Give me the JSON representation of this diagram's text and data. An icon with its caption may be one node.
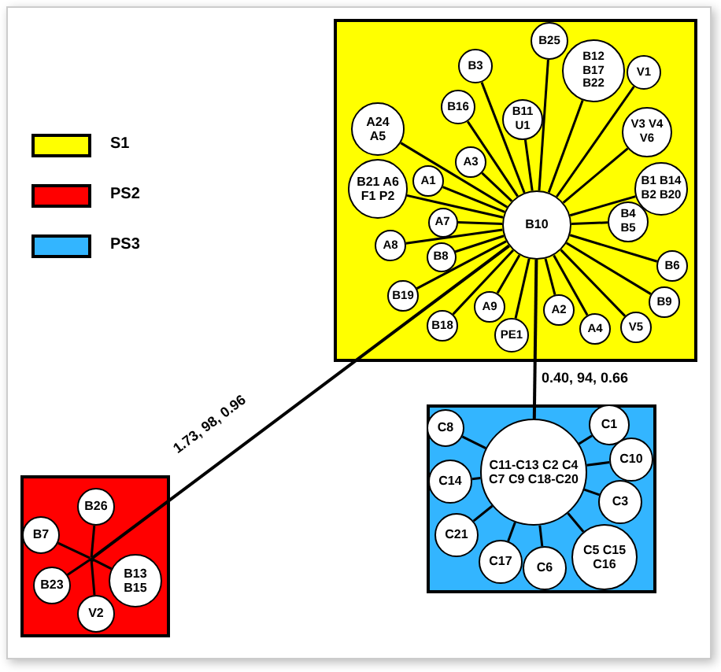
{
  "diagram": {
    "nodes": [
      {
        "text": [],
        "shape": "box"
      },
      {
        "text": [
          "B10"
        ],
        "in": 0
      },
      {
        "text": [
          "B25"
        ],
        "in": 0
      },
      {
        "text": [
          "B3"
        ],
        "in": 0
      },
      {
        "text": [
          "B16"
        ],
        "in": 0
      },
      {
        "text": [
          "A24 A5"
        ],
        "in": 0
      },
      {
        "text": [
          "A3"
        ],
        "in": 0
      },
      {
        "text": [
          "B12 B17 B22"
        ],
        "in": 0
      },
      {
        "text": [
          "B11 U1"
        ],
        "in": 0
      },
      {
        "text": [
          "V1"
        ],
        "in": 0
      },
      {
        "text": [
          "B21 A6 F1 P2"
        ],
        "in": 0
      },
      {
        "text": [
          "A1"
        ],
        "in": 0
      },
      {
        "text": [
          "V3 V4 V6"
        ],
        "in": 0
      },
      {
        "text": [
          "B1 B14 B2 B20"
        ],
        "in": 0
      },
      {
        "text": [
          "A8"
        ],
        "in": 0
      },
      {
        "text": [
          "A7"
        ],
        "in": 0
      },
      {
        "text": [
          "B19"
        ],
        "in": 0
      },
      {
        "text": [
          "B8"
        ],
        "in": 0
      },
      {
        "text": [
          "B4 B5"
        ],
        "in": 0
      },
      {
        "text": [
          "B6"
        ],
        "in": 0
      },
      {
        "text": [
          "B9"
        ],
        "in": 0
      },
      {
        "text": [
          "B18"
        ],
        "in": 0
      },
      {
        "text": [
          "A9"
        ],
        "in": 0
      },
      {
        "text": [
          "PE1"
        ],
        "in": 0
      },
      {
        "text": [
          "A2"
        ],
        "in": 0
      },
      {
        "text": [
          "A4"
        ],
        "in": 0
      },
      {
        "text": [
          "V5"
        ],
        "in": 0
      },
      {
        "text": [],
        "shape": "box"
      },
      {
        "text": [
          "C11-C13 C2 C4 C7 C9 C18-C20"
        ],
        "in": 27
      },
      {
        "text": [
          "C8"
        ],
        "in": 27
      },
      {
        "text": [
          "C1"
        ],
        "in": 27
      },
      {
        "text": [
          "C10"
        ],
        "in": 27
      },
      {
        "text": [
          "C14"
        ],
        "in": 27
      },
      {
        "text": [
          "C3"
        ],
        "in": 27
      },
      {
        "text": [
          "C21"
        ],
        "in": 27
      },
      {
        "text": [
          "C17"
        ],
        "in": 27
      },
      {
        "text": [
          "C6"
        ],
        "in": 27
      },
      {
        "text": [
          "C5 C15 C16"
        ],
        "in": 27
      },
      {
        "text": [],
        "shape": "box"
      },
      {
        "text": [],
        "shape": "dot",
        "in": 38
      },
      {
        "text": [
          "B26"
        ],
        "in": 38
      },
      {
        "text": [
          "B7"
        ],
        "in": 38
      },
      {
        "text": [
          "B13 B15"
        ],
        "in": 38
      },
      {
        "text": [
          "B23"
        ],
        "in": 38
      },
      {
        "text": [
          "V2"
        ],
        "in": 38
      }
    ],
    "edges": [
      {
        "from": 1,
        "to": 2,
        "arrow": "none"
      },
      {
        "from": 1,
        "to": 3,
        "arrow": "none"
      },
      {
        "from": 1,
        "to": 4,
        "arrow": "none"
      },
      {
        "from": 1,
        "to": 5,
        "arrow": "none"
      },
      {
        "from": 1,
        "to": 6,
        "arrow": "none"
      },
      {
        "from": 1,
        "to": 7,
        "arrow": "none"
      },
      {
        "from": 1,
        "to": 8,
        "arrow": "none"
      },
      {
        "from": 1,
        "to": 9,
        "arrow": "none"
      },
      {
        "from": 1,
        "to": 10,
        "arrow": "none"
      },
      {
        "from": 1,
        "to": 11,
        "arrow": "none"
      },
      {
        "from": 1,
        "to": 12,
        "arrow": "none"
      },
      {
        "from": 1,
        "to": 13,
        "arrow": "none"
      },
      {
        "from": 1,
        "to": 14,
        "arrow": "none"
      },
      {
        "from": 1,
        "to": 15,
        "arrow": "none"
      },
      {
        "from": 1,
        "to": 16,
        "arrow": "none"
      },
      {
        "from": 1,
        "to": 17,
        "arrow": "none"
      },
      {
        "from": 1,
        "to": 18,
        "arrow": "none"
      },
      {
        "from": 1,
        "to": 19,
        "arrow": "none"
      },
      {
        "from": 1,
        "to": 20,
        "arrow": "none"
      },
      {
        "from": 1,
        "to": 21,
        "arrow": "none"
      },
      {
        "from": 1,
        "to": 22,
        "arrow": "none"
      },
      {
        "from": 1,
        "to": 23,
        "arrow": "none"
      },
      {
        "from": 1,
        "to": 24,
        "arrow": "none"
      },
      {
        "from": 1,
        "to": 25,
        "arrow": "none"
      },
      {
        "from": 1,
        "to": 26,
        "arrow": "none"
      },
      {
        "from": 28,
        "to": 29,
        "arrow": "none"
      },
      {
        "from": 28,
        "to": 30,
        "arrow": "none"
      },
      {
        "from": 28,
        "to": 31,
        "arrow": "none"
      },
      {
        "from": 28,
        "to": 32,
        "arrow": "none"
      },
      {
        "from": 28,
        "to": 33,
        "arrow": "none"
      },
      {
        "from": 28,
        "to": 34,
        "arrow": "none"
      },
      {
        "from": 28,
        "to": 35,
        "arrow": "none"
      },
      {
        "from": 28,
        "to": 36,
        "arrow": "none"
      },
      {
        "from": 28,
        "to": 37,
        "arrow": "none"
      },
      {
        "from": 39,
        "to": 40,
        "arrow": "none"
      },
      {
        "from": 39,
        "to": 41,
        "arrow": "none"
      },
      {
        "from": 39,
        "to": 42,
        "arrow": "none"
      },
      {
        "from": 39,
        "to": 43,
        "arrow": "none"
      },
      {
        "from": 39,
        "to": 44,
        "arrow": "none"
      },
      {
        "from": 1,
        "to": 39,
        "arrow": "none",
        "label": "1.73, 98, 0.96"
      },
      {
        "from": 1,
        "to": 28,
        "arrow": "none",
        "label": "0.40, 94, 0.66"
      }
    ],
    "legend": [
      {
        "text": "S1",
        "color": "#ffff00"
      },
      {
        "text": "PS2",
        "color": "#ff0000"
      },
      {
        "text": "PS3",
        "color": "#33b5ff"
      }
    ]
  }
}
